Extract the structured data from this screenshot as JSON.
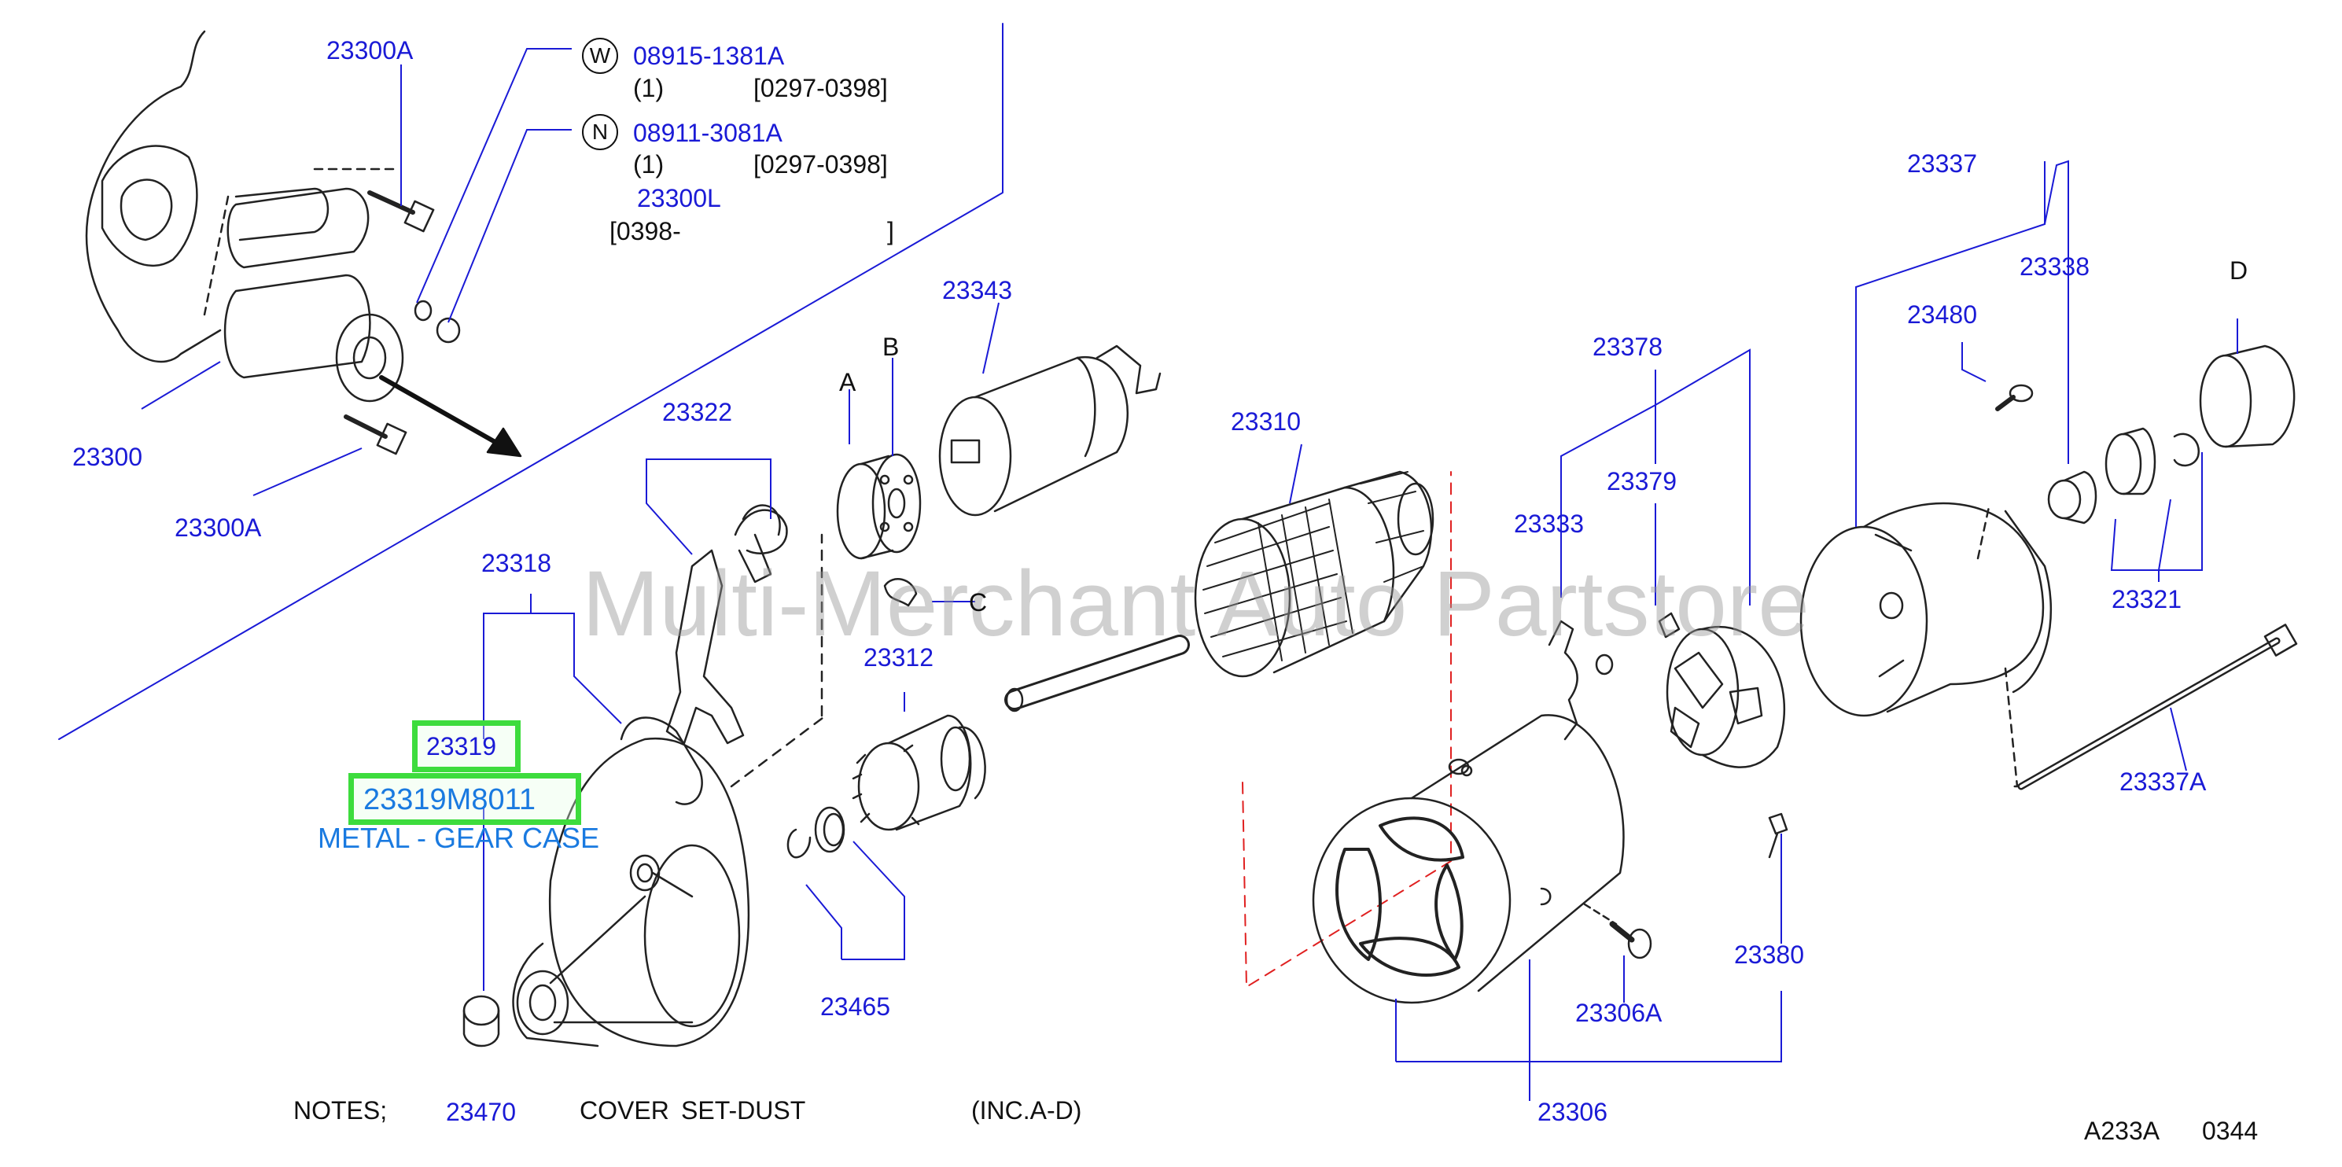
{
  "callouts": {
    "c_23300A_top": "23300A",
    "c_23300": "23300",
    "c_23300A_bottom": "23300A",
    "c_08915": "08915-1381A",
    "c_08915_qty": "(1)",
    "c_08915_date": "[0297-0398]",
    "c_08911": "08911-3081A",
    "c_08911_qty": "(1)",
    "c_08911_date": "[0297-0398]",
    "c_23300L": "23300L",
    "c_23300L_date": "[0398-",
    "c_23300L_close": "]",
    "c_23322": "23322",
    "c_23318": "23318",
    "c_23319": "23319",
    "c_23319M8011": "23319M8011",
    "c_gearcase": "METAL - GEAR CASE",
    "c_A": "A",
    "c_B": "B",
    "c_C": "C",
    "c_D": "D",
    "c_23343": "23343",
    "c_23312": "23312",
    "c_23465": "23465",
    "c_23310": "23310",
    "c_23378": "23378",
    "c_23379": "23379",
    "c_23333": "23333",
    "c_23337": "23337",
    "c_23338": "23338",
    "c_23480": "23480",
    "c_23321": "23321",
    "c_23337A": "23337A",
    "c_23380": "23380",
    "c_23306A": "23306A",
    "c_23306": "23306"
  },
  "circled": {
    "W": "W",
    "N": "N"
  },
  "notes": {
    "label": "NOTES;",
    "part": "23470",
    "desc1": "COVER",
    "desc2": "SET-DUST",
    "incl": "(INC.A-D)"
  },
  "footer": {
    "code": "A233A",
    "num": "0344"
  },
  "watermark": "Multi-Merchant Auto Partstore",
  "colors": {
    "callout": "#1a1ad6",
    "highlight": "#3ddc3d",
    "link": "#1a7ae0",
    "dashed_box": "#e02020"
  }
}
